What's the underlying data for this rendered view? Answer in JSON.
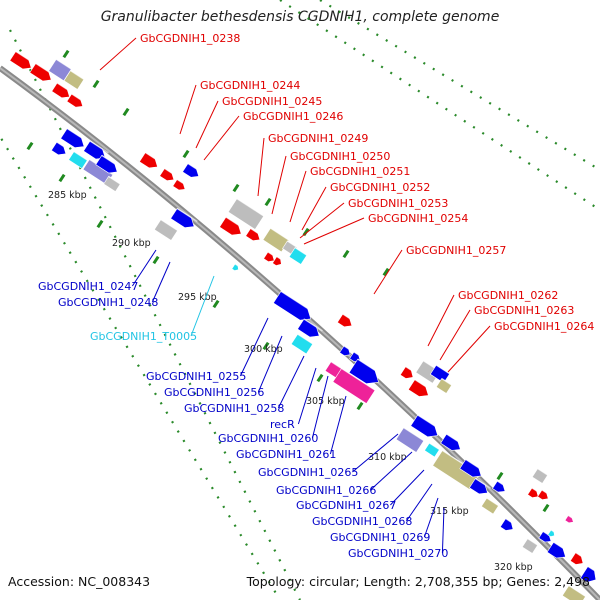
{
  "title": "Granulibacter bethesdensis CGDNIH1, complete genome",
  "footer": {
    "accession": "Accession: NC_008343",
    "topology": "Topology: circular; Length: 2,708,355 bp; Genes: 2,498"
  },
  "colors": {
    "backbone": "#9a9a9a",
    "dots": "#2a8a2a",
    "forward_label": "#e00000",
    "reverse_label": "#0000c8",
    "rna_label": "#22c4e4",
    "red_gene": "#ee0000",
    "blue_gene": "#0000ee",
    "cyan_gene": "#22ddee",
    "magenta_gene": "#ee2299",
    "olive_gene": "#c2bd82",
    "purple_gene": "#8c88d6",
    "gray_gene": "#bdbdbd"
  },
  "scale_labels": [
    "285 kbp",
    "290 kbp",
    "295 kbp",
    "300 kbp",
    "305 kbp",
    "310 kbp",
    "315 kbp",
    "320 kbp"
  ],
  "forward_labels": [
    "GbCGDNIH1_0238",
    "GbCGDNIH1_0244",
    "GbCGDNIH1_0245",
    "GbCGDNIH1_0246",
    "GbCGDNIH1_0249",
    "GbCGDNIH1_0250",
    "GbCGDNIH1_0251",
    "GbCGDNIH1_0252",
    "GbCGDNIH1_0253",
    "GbCGDNIH1_0254",
    "GbCGDNIH1_0257",
    "GbCGDNIH1_0262",
    "GbCGDNIH1_0263",
    "GbCGDNIH1_0264"
  ],
  "reverse_labels": [
    "GbCGDNIH1_0247",
    "GbCGDNIH1_0248",
    "GbCGDNIH1_T0005",
    "GbCGDNIH1_0255",
    "GbCGDNIH1_0256",
    "GbCGDNIH1_0258",
    "recR",
    "GbCGDNIH1_0260",
    "GbCGDNIH1_0261",
    "GbCGDNIH1_0265",
    "GbCGDNIH1_0266",
    "GbCGDNIH1_0267",
    "GbCGDNIH1_0268",
    "GbCGDNIH1_0269",
    "GbCGDNIH1_0270"
  ]
}
